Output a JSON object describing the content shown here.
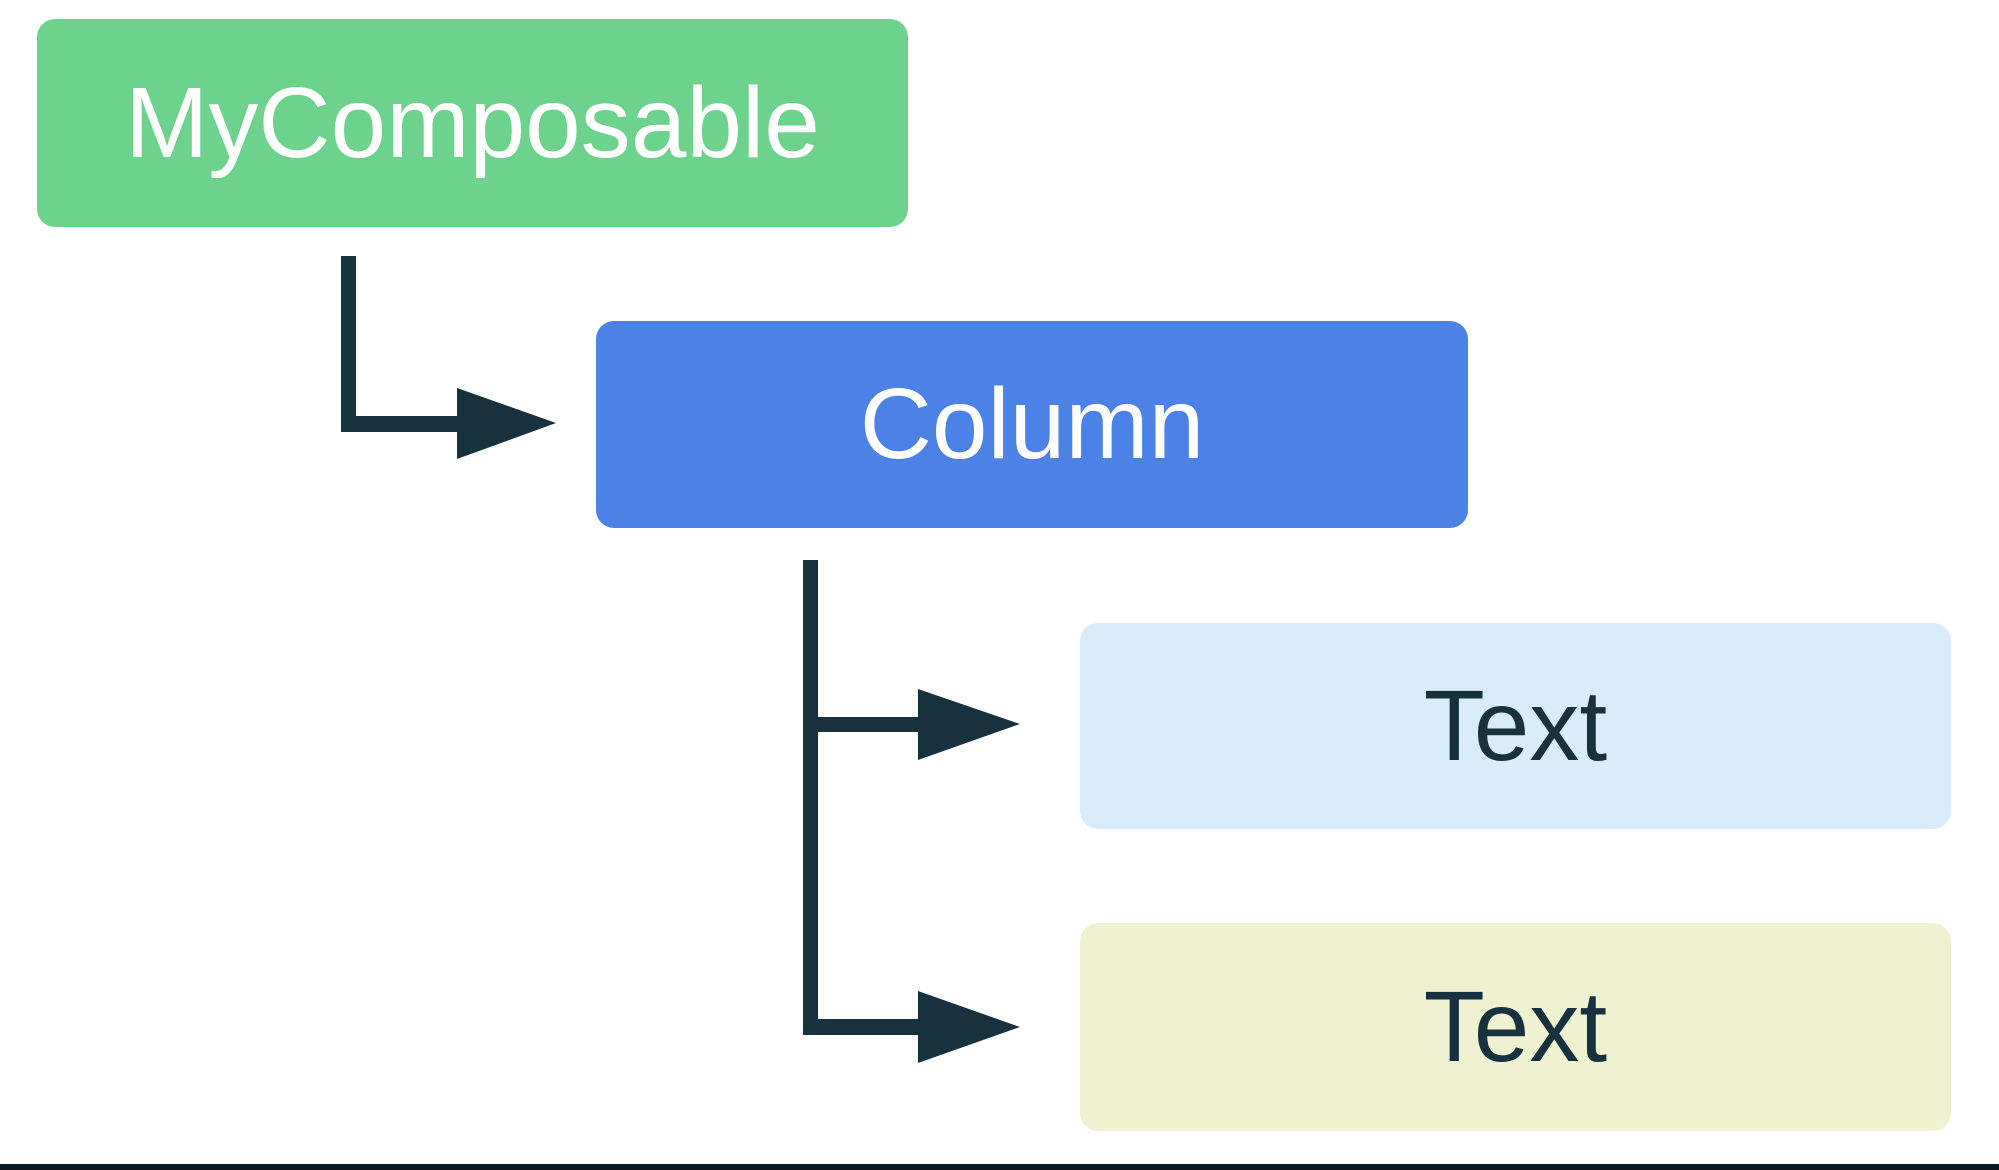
{
  "diagram": {
    "title": "compose-ui-tree",
    "background_color": "#ffffff",
    "connector_color": "#17313F",
    "bottom_rule_color": "#0F1820",
    "nodes": [
      {
        "id": "my-composable",
        "label": "MyComposable",
        "fill": "#6DD38C",
        "text_color": "#ffffff"
      },
      {
        "id": "column",
        "label": "Column",
        "fill": "#4C82E5",
        "text_color": "#ffffff"
      },
      {
        "id": "text-1",
        "label": "Text",
        "fill": "#D9ECFB",
        "text_color": "#17313F"
      },
      {
        "id": "text-2",
        "label": "Text",
        "fill": "#EFF2D0",
        "text_color": "#17313F"
      }
    ],
    "edges": [
      {
        "from": "my-composable",
        "to": "column"
      },
      {
        "from": "column",
        "to": "text-1"
      },
      {
        "from": "column",
        "to": "text-2"
      }
    ]
  }
}
